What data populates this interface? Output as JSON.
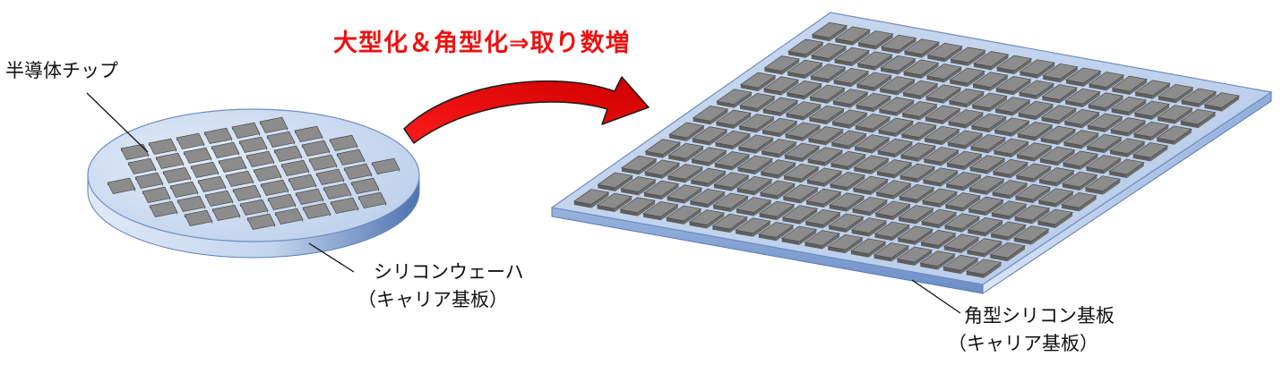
{
  "title": "大型化＆角型化⇒取り数増",
  "labels": {
    "chip": "半導体チップ",
    "wafer_line1": "シリコンウェーハ",
    "wafer_line2": "（キャリア基板）",
    "panel_line1": "角型シリコン基板",
    "panel_line2": "（キャリア基板）"
  },
  "colors": {
    "title": "#ee1111",
    "arrow": "#ee0000",
    "substrate_top": "#c5d6ee",
    "substrate_edge": "#7f9fd0",
    "chip_top": "#8c8c8c",
    "chip_side": "#5e5e5e"
  }
}
